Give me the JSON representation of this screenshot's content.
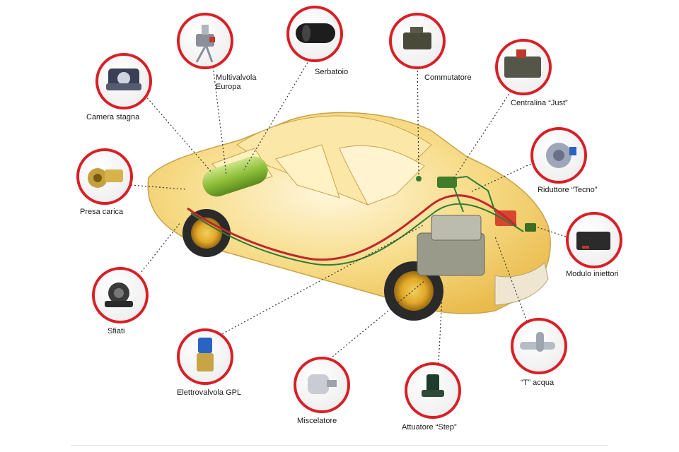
{
  "components": {
    "camera_stagna": "Camera stagna",
    "multivalvola": "Multivalvola\nEuropa",
    "serbatoio": "Serbatoio",
    "commutatore": "Commutatore",
    "centralina": "Centralina “Just”",
    "riduttore": "Riduttore “Tecno”",
    "presa_carica": "Presa carica",
    "modulo_iniettori": "Modulo iniettori",
    "sfiati": "Sfiati",
    "elettrovalvola": "Elettrovalvola GPL",
    "miscelatore": "Miscelatore",
    "attuatore": "Attuatore “Step”",
    "t_acqua": "“T” acqua"
  },
  "colors": {
    "ring": "#d81f26",
    "car_body": "#f3cf6a",
    "tank": "#8fbf3a",
    "pipe_red": "#c1272d",
    "pipe_green": "#2e7d32"
  }
}
